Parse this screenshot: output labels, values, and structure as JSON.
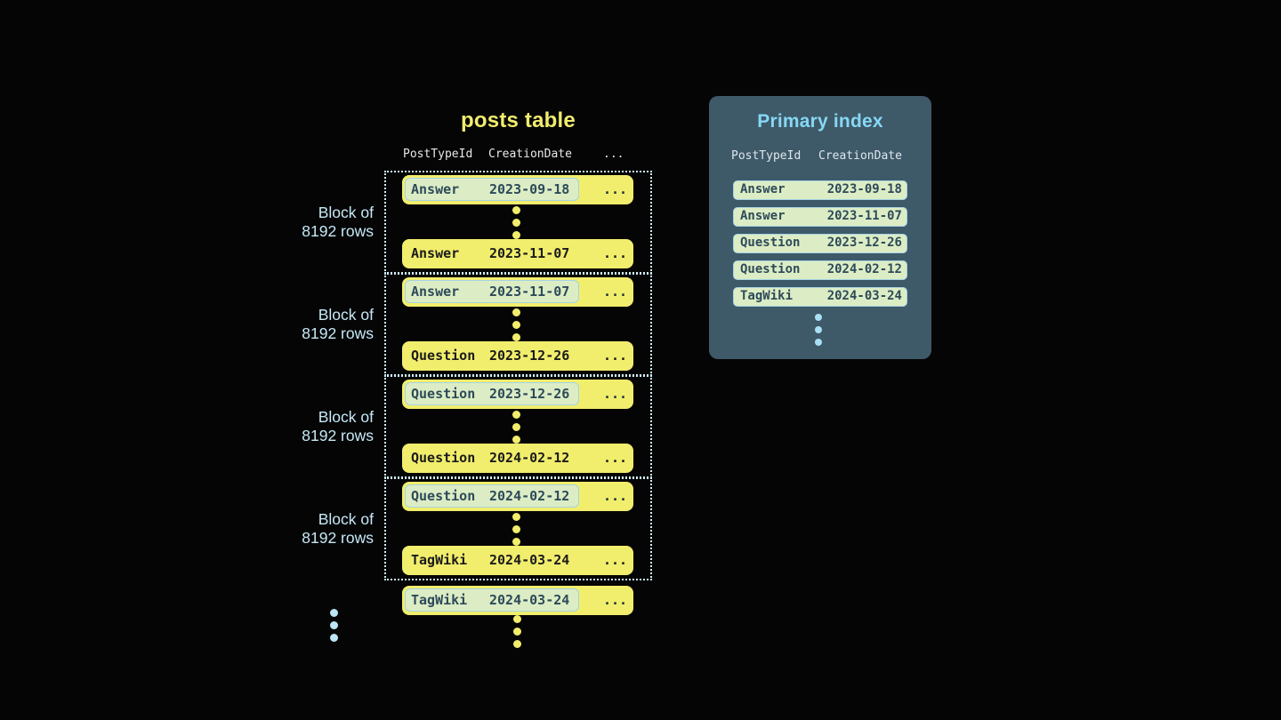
{
  "posts_table": {
    "title": "posts table",
    "columns": {
      "post_type": "PostTypeId",
      "creation_date": "CreationDate",
      "more": "..."
    },
    "row_ellipsis": "...",
    "blocks": [
      {
        "label_lines": [
          "Block of",
          "8192 rows"
        ],
        "first_row": {
          "post_type": "Answer",
          "creation_date": "2023-09-18"
        },
        "last_row": {
          "post_type": "Answer",
          "creation_date": "2023-11-07"
        }
      },
      {
        "label_lines": [
          "Block of",
          "8192 rows"
        ],
        "first_row": {
          "post_type": "Answer",
          "creation_date": "2023-11-07"
        },
        "last_row": {
          "post_type": "Question",
          "creation_date": "2023-12-26"
        }
      },
      {
        "label_lines": [
          "Block of",
          "8192 rows"
        ],
        "first_row": {
          "post_type": "Question",
          "creation_date": "2023-12-26"
        },
        "last_row": {
          "post_type": "Question",
          "creation_date": "2024-02-12"
        }
      },
      {
        "label_lines": [
          "Block of",
          "8192 rows"
        ],
        "first_row": {
          "post_type": "Question",
          "creation_date": "2024-02-12"
        },
        "last_row": {
          "post_type": "TagWiki",
          "creation_date": "2024-03-24"
        }
      }
    ],
    "overflow_row": {
      "post_type": "TagWiki",
      "creation_date": "2024-03-24"
    }
  },
  "primary_index": {
    "title": "Primary index",
    "columns": {
      "post_type": "PostTypeId",
      "creation_date": "CreationDate"
    },
    "rows": [
      {
        "post_type": "Answer",
        "creation_date": "2023-09-18"
      },
      {
        "post_type": "Answer",
        "creation_date": "2023-11-07"
      },
      {
        "post_type": "Question",
        "creation_date": "2023-12-26"
      },
      {
        "post_type": "Question",
        "creation_date": "2024-02-12"
      },
      {
        "post_type": "TagWiki",
        "creation_date": "2024-03-24"
      }
    ]
  },
  "colors": {
    "background": "#050505",
    "row_yellow": "#f2ee6d",
    "row_text": "#1b1b1b",
    "highlight_mint": "#dcedc5",
    "highlight_border": "#a5d3e4",
    "highlight_text": "#2e4a5a",
    "block_dotted_border": "#cfeffa",
    "block_label_blue": "#c6e9f7",
    "panel_background": "#3e5968",
    "panel_title_blue": "#86d8f4",
    "header_text": "#e8e8e8",
    "panel_dots_blue": "#a9e0f4",
    "left_dots_blue": "#bce6f6"
  }
}
